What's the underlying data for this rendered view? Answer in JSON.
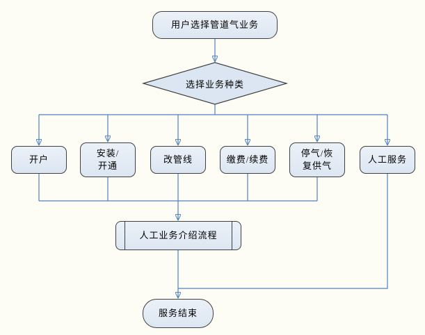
{
  "diagram": {
    "colors": {
      "node_fill_top": "#ecf1f8",
      "node_fill_bottom": "#dce6f2",
      "node_border": "#3f3f3f",
      "connector": "#4f81bd",
      "text": "#000000",
      "background": "#fdfdf6"
    },
    "nodes": {
      "start": {
        "label": "用户选择管道气业务",
        "type": "terminator"
      },
      "decision": {
        "label": "选择业务种类",
        "type": "decision"
      },
      "open_account": {
        "label": "开户",
        "type": "process"
      },
      "install": {
        "label": "安装/开通",
        "line1": "安装/",
        "line2": "开通",
        "type": "process"
      },
      "change_pipeline": {
        "label": "改管线",
        "type": "process"
      },
      "payment": {
        "label": "缴费/续费",
        "type": "process"
      },
      "stop_resume": {
        "label": "停气/恢复供气",
        "line1": "停气/恢",
        "line2": "复供气",
        "type": "process"
      },
      "manual_service": {
        "label": "人工服务",
        "type": "process"
      },
      "manual_intro": {
        "label": "人工业务介绍流程",
        "type": "subroutine"
      },
      "end": {
        "label": "服务结束",
        "type": "terminator"
      }
    },
    "edges": [
      {
        "from": "start",
        "to": "decision"
      },
      {
        "from": "decision",
        "to": "open_account"
      },
      {
        "from": "decision",
        "to": "install"
      },
      {
        "from": "decision",
        "to": "change_pipeline"
      },
      {
        "from": "decision",
        "to": "payment"
      },
      {
        "from": "decision",
        "to": "stop_resume"
      },
      {
        "from": "decision",
        "to": "manual_service"
      },
      {
        "from": "open_account",
        "to": "manual_intro"
      },
      {
        "from": "install",
        "to": "manual_intro"
      },
      {
        "from": "change_pipeline",
        "to": "manual_intro"
      },
      {
        "from": "payment",
        "to": "manual_intro"
      },
      {
        "from": "stop_resume",
        "to": "manual_intro"
      },
      {
        "from": "manual_intro",
        "to": "end"
      },
      {
        "from": "manual_service",
        "to": "end"
      }
    ]
  }
}
